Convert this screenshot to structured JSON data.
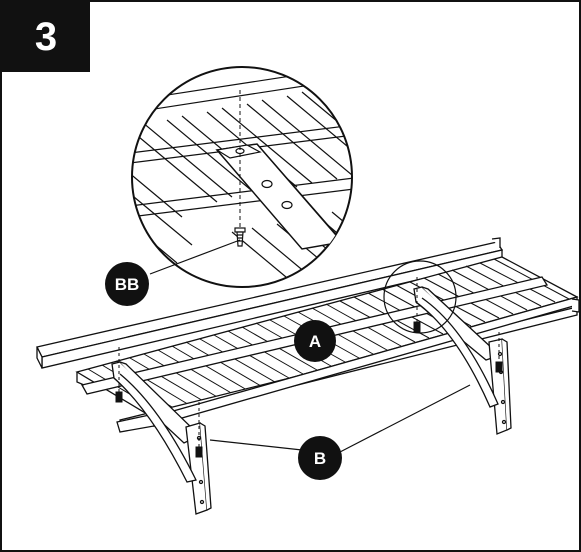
{
  "step": {
    "number": "3"
  },
  "callouts": {
    "bb": "BB",
    "a": "A",
    "b": "B"
  },
  "colors": {
    "ink": "#111111",
    "paper": "#ffffff"
  }
}
